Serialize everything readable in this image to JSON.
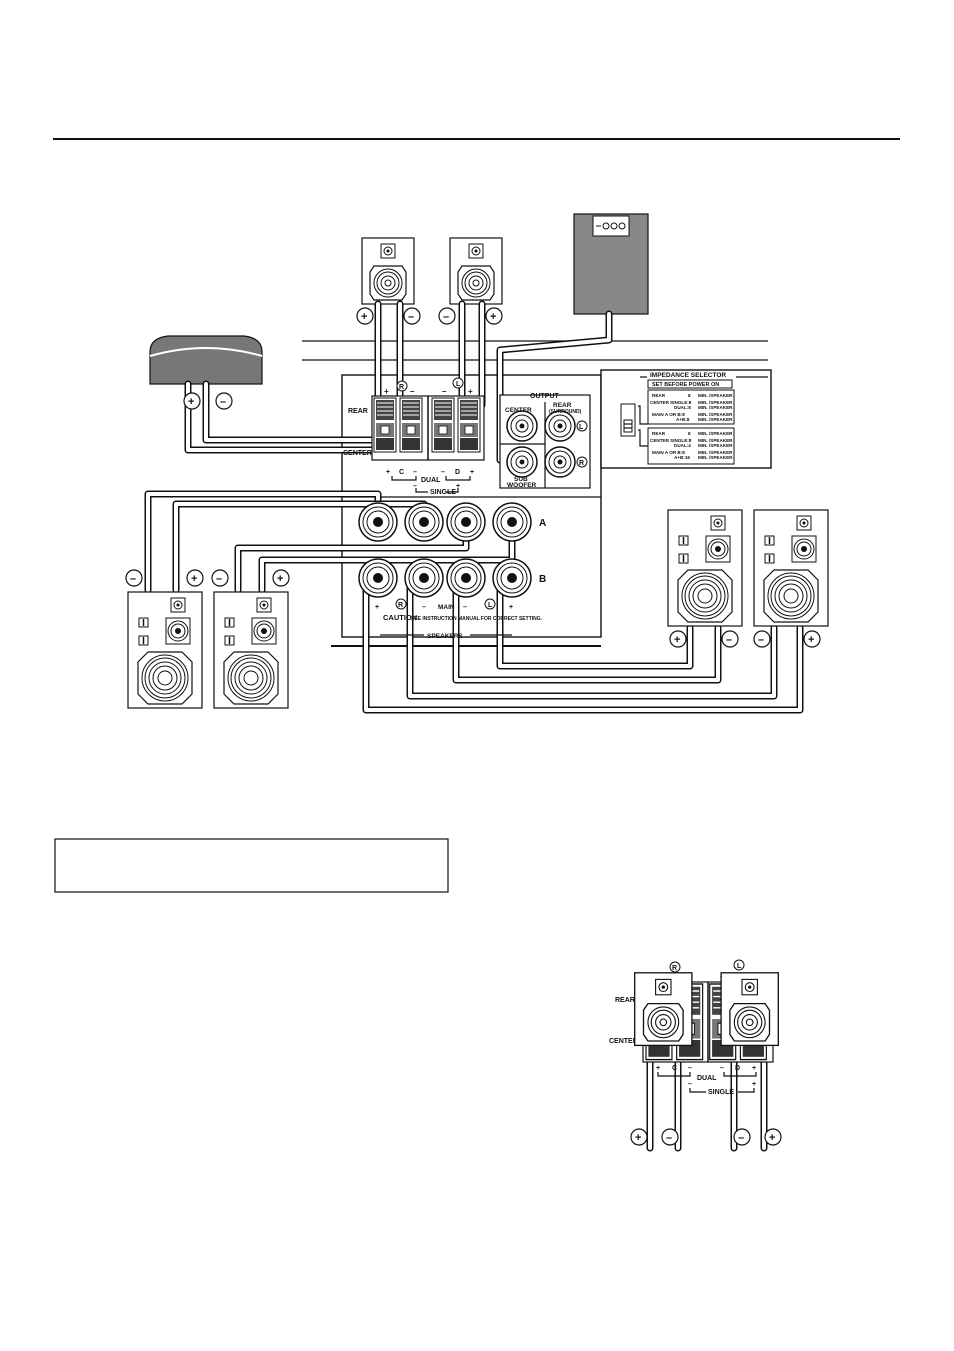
{
  "receiver": {
    "rear_label": "REAR",
    "center_label": "CENTER",
    "ch_r": "R",
    "ch_l": "L",
    "plus": "+",
    "minus": "–",
    "c_label": "C",
    "d_label": "D",
    "dual_label": "DUAL",
    "single_label": "SINGLE",
    "output_label": "OUTPUT",
    "out_center": "CENTER",
    "out_rear": "REAR",
    "out_surround": "(SURROUND)",
    "sub": "SUB",
    "woofer": "WOOFER",
    "row_a": "A",
    "row_b": "B",
    "main_label": "MAIN",
    "caution_label": "CAUTION",
    "caution_text": "SEE INSTRUCTION MANUAL FOR CORRECT SETTING.",
    "speakers_label": "SPEAKERS"
  },
  "impedance": {
    "title": "IMPEDANCE SELECTOR",
    "subtitle": "SET BEFORE POWER ON",
    "upper": [
      {
        "left": "REAR",
        "val": "8",
        "right": "MIN. /SPEAKER"
      },
      {
        "left": "CENTER  SINGLE:8",
        "val": "",
        "right": "MIN. /SPEAKER"
      },
      {
        "left": "DUAL:8",
        "val": "",
        "right": "MIN. /SPEAKER"
      },
      {
        "left": "MAIN  A OR B:8",
        "val": "",
        "right": "MIN. /SPEAKER"
      },
      {
        "left": "A+B:8",
        "val": "",
        "right": "MIN. /SPEAKER"
      }
    ],
    "lower": [
      {
        "left": "REAR",
        "val": "8",
        "right": "MIN. /SPEAKER"
      },
      {
        "left": "CENTER  SINGLE:8",
        "val": "",
        "right": "MIN. /SPEAKER"
      },
      {
        "left": "DUAL:4",
        "val": "",
        "right": "MIN. /SPEAKER"
      },
      {
        "left": "MAIN  A OR B:8",
        "val": "",
        "right": "MIN. /SPEAKER"
      },
      {
        "left": "A+B:16",
        "val": "",
        "right": "MIN. /SPEAKER"
      }
    ]
  },
  "polarity": {
    "plus": "+",
    "minus": "–"
  }
}
